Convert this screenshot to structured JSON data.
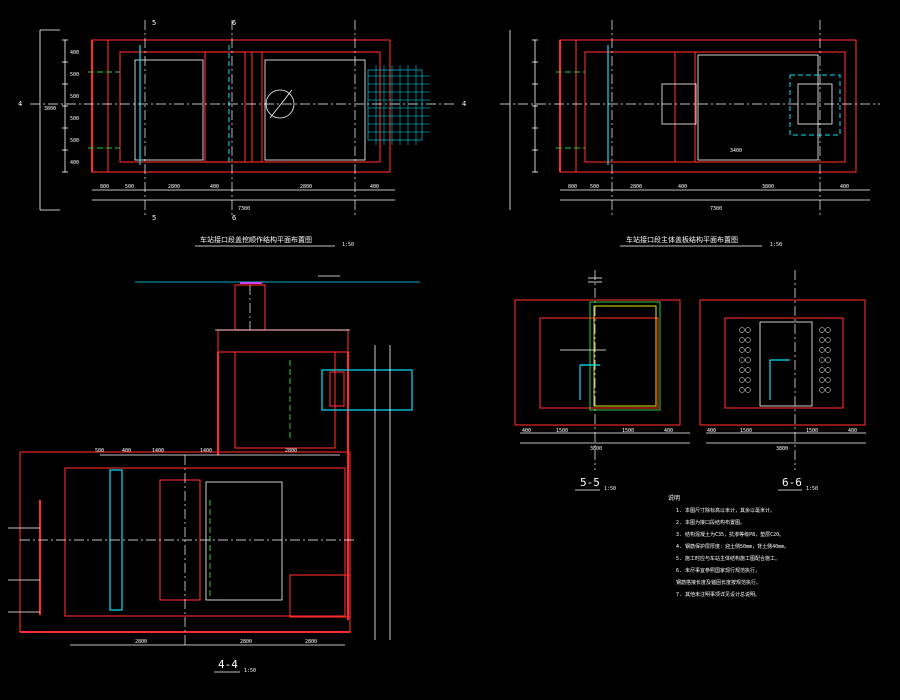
{
  "plan1": {
    "title": "车站接口段盖挖顺作结构平面布置图",
    "scale": "1:50",
    "section_marks": [
      "5",
      "6",
      "4",
      "5",
      "6",
      "4"
    ],
    "dims_bottom": [
      "800",
      "500",
      "2800",
      "400",
      "2800",
      "400"
    ],
    "total": "7300",
    "left_dims": [
      "400",
      "500",
      "500",
      "500",
      "500",
      "400"
    ],
    "overall_left": "3800"
  },
  "plan2": {
    "title": "车站接口段主体盖板结构平面布置图",
    "scale": "1:50",
    "dims_bottom": [
      "800",
      "500",
      "2800",
      "400",
      "3800",
      "400"
    ],
    "inner_dim": "3400",
    "total": "7300"
  },
  "sec44": {
    "label": "4-4",
    "scale": "1:50",
    "dims_top": [
      "500",
      "400",
      "1400",
      "1400",
      "2800"
    ],
    "dims_bottom": [
      "2800",
      "2800",
      "2800"
    ]
  },
  "sec55": {
    "label": "5-5",
    "scale": "1:50",
    "dims_bottom": [
      "400",
      "1500",
      "1500",
      "400"
    ],
    "total": "3800"
  },
  "sec66": {
    "label": "6-6",
    "scale": "1:50",
    "dims_bottom": [
      "400",
      "1500",
      "1500",
      "400"
    ],
    "total": "3800"
  },
  "notes": {
    "heading": "说明",
    "items": [
      "1. 本图尺寸除标高以米计，其余以毫米计。",
      "2. 本图为接口段结构布置图。",
      "3. 结构混凝土为C35，抗渗等级P8，垫层C20。",
      "4. 钢筋保护层厚度：迎土侧50mm，背土侧40mm。",
      "5. 施工时应与车站主体结构施工图配合施工。",
      "6. 未尽事宜参照国家现行规范执行，",
      "   钢筋搭接长度及锚固长度按规范执行。",
      "7. 其他未注明事项详见设计总说明。"
    ]
  }
}
